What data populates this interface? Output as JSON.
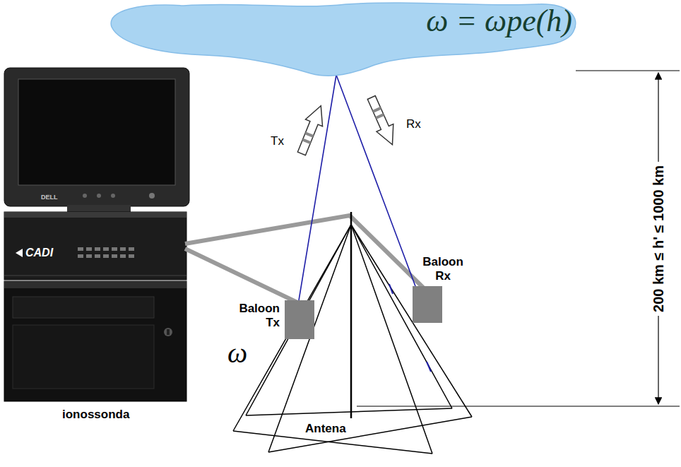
{
  "diagram": {
    "nodes": [
      {
        "text": [
          "ω = ωpe(h)"
        ]
      },
      {
        "text": [
          "Baloon Tx"
        ]
      },
      {
        "text": [
          "Baloon Rx"
        ]
      }
    ],
    "edges": [
      {
        "from": 1,
        "to": 0,
        "arrow": "none"
      },
      {
        "from": 0,
        "to": 2,
        "arrow": "none"
      }
    ],
    "labels": [
      "Tx",
      "Rx",
      "ω",
      "ionossonda",
      "Antena",
      "200 km ≤ h' ≤ 1000 km",
      "DELL",
      "CADI"
    ]
  }
}
